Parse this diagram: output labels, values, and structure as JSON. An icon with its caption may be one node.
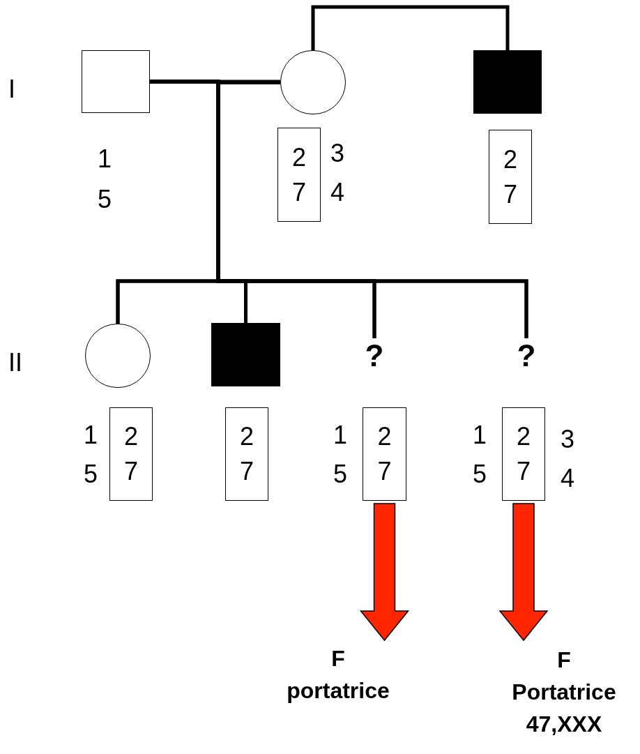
{
  "diagram": {
    "nodes": [
      {
        "text": [],
        "shape": "box"
      },
      {
        "text": [],
        "shape": "circle"
      },
      {
        "text": [],
        "shape": "box"
      },
      {
        "text": [
          "2",
          "7"
        ],
        "beside": [
          "3",
          "4"
        ]
      },
      {
        "text": [
          "2",
          "7"
        ]
      },
      {
        "text": [],
        "shape": "circle"
      },
      {
        "text": [],
        "shape": "box"
      },
      {
        "text": [
          "?"
        ]
      },
      {
        "text": [
          "?"
        ]
      },
      {
        "text": [
          "2",
          "7"
        ],
        "beside": [
          "1",
          "5"
        ]
      },
      {
        "text": [
          "2",
          "7"
        ]
      },
      {
        "text": [
          "2",
          "7"
        ],
        "beside": [
          "1",
          "5"
        ]
      },
      {
        "text": [
          "2",
          "7"
        ],
        "beside": [
          "1",
          "5",
          "3",
          "4"
        ]
      },
      {
        "text": [
          "F",
          "portatrice"
        ]
      },
      {
        "text": [
          "F",
          "Portatrice",
          "47,XXX"
        ]
      }
    ],
    "edges": [
      {
        "from": 0,
        "to": 1,
        "arrow": "none"
      },
      {
        "from": 1,
        "to": 2,
        "arrow": "none"
      },
      {
        "from": 0,
        "to": 5,
        "arrow": "none"
      },
      {
        "from": 1,
        "to": 5,
        "arrow": "none"
      },
      {
        "from": 0,
        "to": 6,
        "arrow": "none"
      },
      {
        "from": 1,
        "to": 6,
        "arrow": "none"
      },
      {
        "from": 0,
        "to": 7,
        "arrow": "none"
      },
      {
        "from": 1,
        "to": 7,
        "arrow": "none"
      },
      {
        "from": 0,
        "to": 8,
        "arrow": "none"
      },
      {
        "from": 1,
        "to": 8,
        "arrow": "none"
      },
      {
        "from": 11,
        "to": 13,
        "arrow": "to",
        "style": "thick",
        "color": "#ff2600"
      },
      {
        "from": 12,
        "to": 14,
        "arrow": "to",
        "style": "thick",
        "color": "#ff2600"
      }
    ],
    "labels": [
      "I",
      "1",
      "5",
      "II"
    ]
  }
}
